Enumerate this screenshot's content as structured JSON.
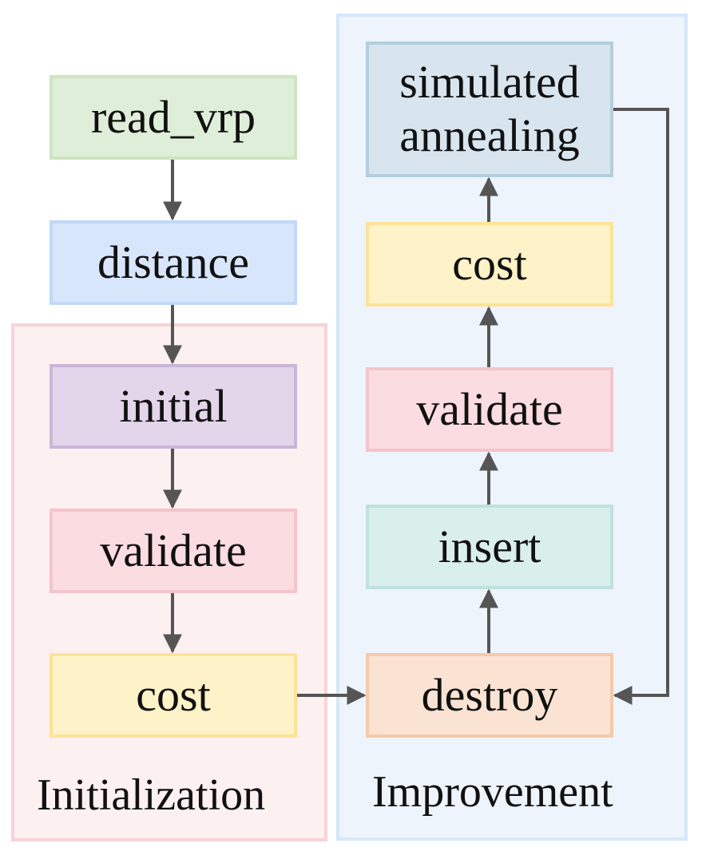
{
  "groups": {
    "initialization": "Initialization",
    "improvement": "Improvement"
  },
  "nodes": {
    "read_vrp": "read_vrp",
    "distance": "distance",
    "init_initial": "initial",
    "init_validate": "validate",
    "init_cost": "cost",
    "destroy": "destroy",
    "insert": "insert",
    "impr_validate": "validate",
    "impr_cost": "cost",
    "simulated_annealing": "simulated\nannealing"
  },
  "colors": {
    "read_vrp": "#dfeed8",
    "distance": "#d8e6fb",
    "initial": "#e3d6ea",
    "validate": "#fbdde1",
    "cost": "#fef2c8",
    "destroy": "#fae3d3",
    "insert": "#d9efec",
    "simulated_annealing": "#d8e5ee",
    "arrow": "#555555"
  }
}
